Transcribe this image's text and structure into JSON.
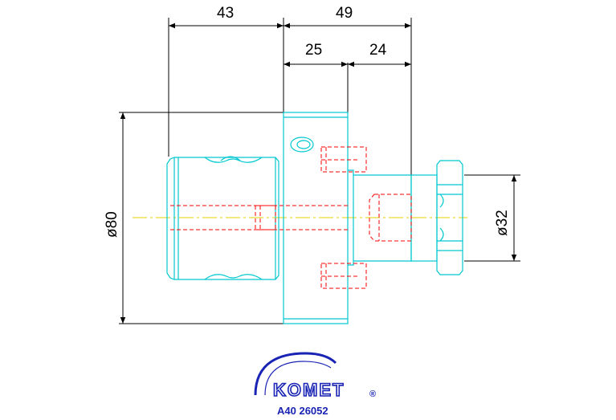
{
  "dimensions": {
    "d43": "43",
    "d49": "49",
    "d25": "25",
    "d24": "24",
    "diameter_80": "ø80",
    "diameter_32": "ø32"
  },
  "logo": {
    "brand": "KOMET",
    "mark": "®"
  },
  "part_number": "A40 26052",
  "colors": {
    "outline": "#00c8d0",
    "hidden": "#ff0000",
    "centerline": "#e6d200",
    "dimension": "#000000",
    "brand": "#1a24b4"
  },
  "icons": {
    "arrowhead": "dimension-arrow",
    "logo_arc": "komet-arc"
  }
}
